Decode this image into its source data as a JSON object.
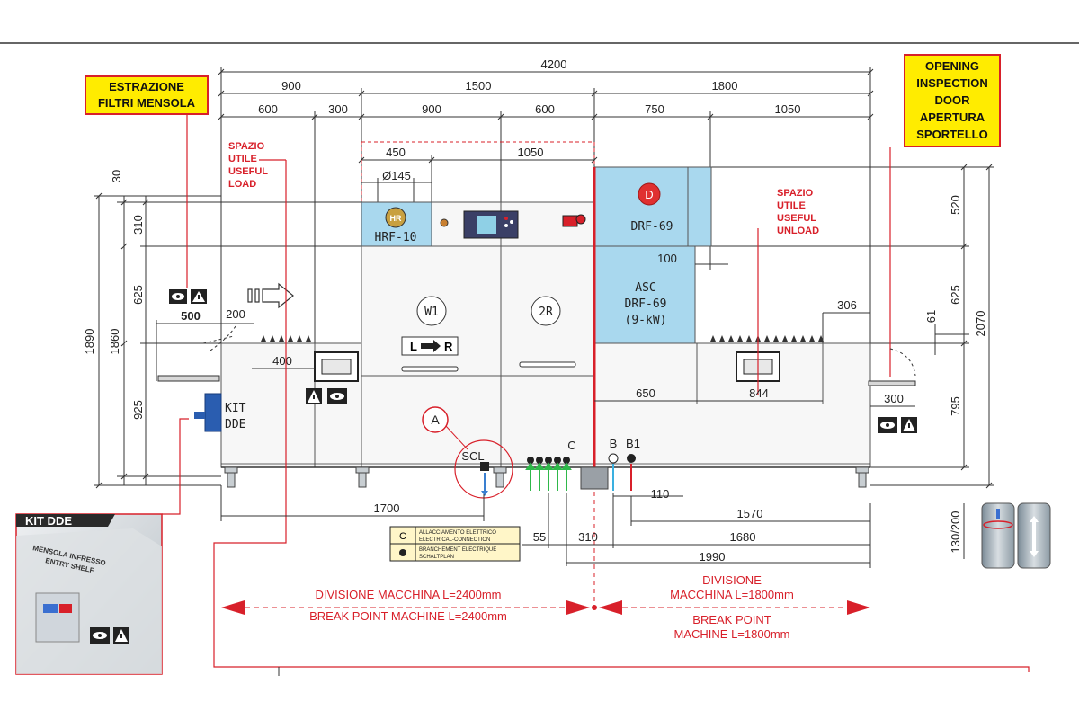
{
  "labels": {
    "estrazione_line1": "ESTRAZIONE",
    "estrazione_line2": "FILTRI MENSOLA",
    "opening_line1": "OPENING",
    "opening_line2": "INSPECTION",
    "opening_line3": "DOOR",
    "opening_line4": "APERTURA",
    "opening_line5": "SPORTELLO",
    "kit_dde_title": "KIT DDE",
    "kit_dde_1": "KIT",
    "kit_dde_2": "DDE",
    "mensola_1": "MENSOLA INFRESSO",
    "mensola_2": "ENTRY SHELF",
    "spazio_load": [
      "SPAZIO",
      "UTILE",
      "USEFUL",
      "LOAD"
    ],
    "spazio_unload": [
      "SPAZIO",
      "UTILE",
      "USEFUL",
      "UNLOAD"
    ],
    "hrf": "HRF-10",
    "hr": "HR",
    "drf": "DRF-69",
    "d": "D",
    "asc_1": "ASC",
    "asc_2": "DRF-69",
    "asc_3": "(9-kW)",
    "w1": "W1",
    "r2": "2R",
    "lr_l": "L",
    "lr_r": "R",
    "a": "A",
    "scl": "SCL",
    "c": "C",
    "b": "B",
    "b1": "B1",
    "div_left_1": "DIVISIONE MACCHINA L=2400mm",
    "div_left_2": "BREAK POINT MACHINE L=2400mm",
    "div_right_1": "DIVISIONE",
    "div_right_2": "MACCHINA L=1800mm",
    "div_right_3": "BREAK POINT",
    "div_right_4": "MACHINE L=1800mm",
    "legend_c": "C",
    "legend_c_text_1": "ALLACCIAMENTO ELETTRICO",
    "legend_c_text_2": "ELECTRICAL-CONNECTION",
    "legend_c_text_3": "BRANCHEMENT ELECTRIQUE",
    "legend_c_text_4": "SCHALTPLAN"
  },
  "dims_top": {
    "d4200": "4200",
    "d900": "900",
    "d1500": "1500",
    "d1800": "1800",
    "d600a": "600",
    "d300": "300",
    "d900b": "900",
    "d600b": "600",
    "d750": "750",
    "d1050": "1050",
    "d450": "450",
    "d1050b": "1050",
    "d145": "Ø145",
    "d100": "100",
    "d306": "306",
    "d500": "500",
    "d200": "200",
    "d400": "400",
    "d650": "650",
    "d844": "844",
    "d300b": "300"
  },
  "dims_vertical": {
    "d30": "30",
    "d310": "310",
    "d625a": "625",
    "d1890": "1890",
    "d1860": "1860",
    "d925": "925",
    "d520": "520",
    "d625b": "625",
    "d61": "61",
    "d2070": "2070",
    "d795": "795",
    "d130_200": "130/200"
  },
  "dims_bottom": {
    "d1700": "1700",
    "d110": "110",
    "d1570": "1570",
    "d55": "55",
    "d310": "310",
    "d1680": "1680",
    "d1990": "1990"
  },
  "colors": {
    "red": "#d8202a",
    "yellow": "#ffec00",
    "light_blue": "#a9d8ee",
    "line": "#333333"
  }
}
